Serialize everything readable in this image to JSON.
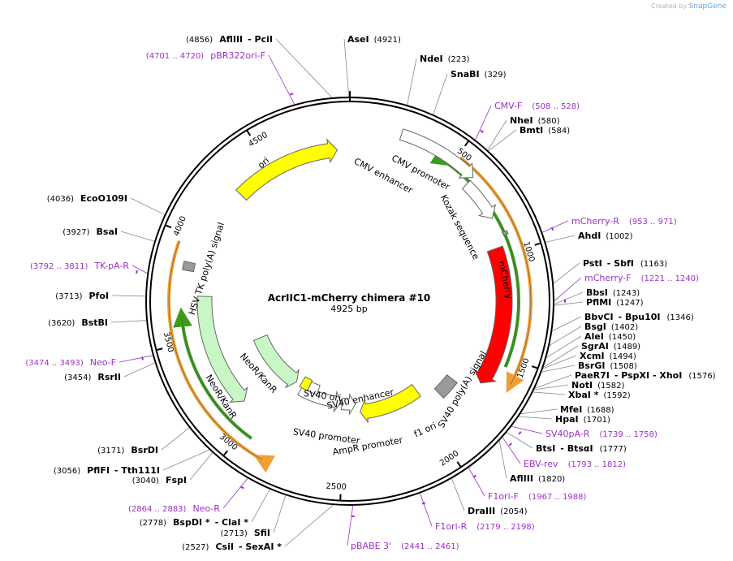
{
  "credit": {
    "prefix": "Created by",
    "brand": "SnapGene"
  },
  "plasmid": {
    "name": "AcrIIC1-mCherry chimera #10",
    "length_label": "4925 bp",
    "length": 4925
  },
  "colors": {
    "primer": "#9b30c9",
    "backbone": "#000000"
  },
  "ticks": [
    {
      "bp": 500,
      "label": "500"
    },
    {
      "bp": 1000,
      "label": "1000"
    },
    {
      "bp": 1500,
      "label": "1500"
    },
    {
      "bp": 2000,
      "label": "2000"
    },
    {
      "bp": 2500,
      "label": "2500"
    },
    {
      "bp": 3000,
      "label": "3000"
    },
    {
      "bp": 3500,
      "label": "3500"
    },
    {
      "bp": 4000,
      "label": "4000"
    },
    {
      "bp": 4500,
      "label": "4500"
    }
  ],
  "features": [
    {
      "id": "cmv-enhancer",
      "label": "CMV enhancer",
      "start": 235,
      "end": 614,
      "kind": "promoter",
      "color": "#ffffff"
    },
    {
      "id": "cmv-promoter",
      "label": "CMV promoter",
      "start": 615,
      "end": 818,
      "kind": "promoter",
      "color": "#ffffff"
    },
    {
      "id": "kozak",
      "label": "Kozak sequence",
      "start": 900,
      "end": 915,
      "kind": "misc",
      "color": "#999999"
    },
    {
      "id": "mcherry",
      "label": "mCherry",
      "start": 960,
      "end": 1670,
      "kind": "cds",
      "color": "#ff0000"
    },
    {
      "id": "sv40-polya",
      "label": "SV40 poly(A) signal",
      "start": 1740,
      "end": 1860,
      "kind": "polya",
      "color": "#999999"
    },
    {
      "id": "f1-ori",
      "label": "f1 ori",
      "start": 1960,
      "end": 2390,
      "kind": "ori",
      "color": "#ffff00"
    },
    {
      "id": "ampr-promoter",
      "label": "AmpR promoter",
      "start": 2420,
      "end": 2524,
      "kind": "promoter",
      "color": "#ffffff"
    },
    {
      "id": "sv40-promoter",
      "label": "SV40 promoter",
      "start": 2530,
      "end": 2860,
      "kind": "promoter",
      "color": "#ffffff"
    },
    {
      "id": "sv40-enhancer",
      "label": "SV40 enhancer",
      "start": 2730,
      "end": 2810,
      "kind": "misc",
      "color": "#ffffff"
    },
    {
      "id": "sv40-ori",
      "label": "SV40 ori",
      "start": 2810,
      "end": 2880,
      "kind": "ori",
      "color": "#ffff00"
    },
    {
      "id": "neor-1",
      "label": "NeoR/KanR",
      "start": 2920,
      "end": 3390,
      "kind": "cds",
      "color": "#c8f7c5"
    },
    {
      "id": "neor-2",
      "label": "NeoR/KanR",
      "start": 3100,
      "end": 3720,
      "kind": "cds",
      "color": "#c8f7c5"
    },
    {
      "id": "hsv-polya",
      "label": "HSV TK poly(A) signal",
      "start": 3840,
      "end": 3880,
      "kind": "polya",
      "color": "#999999"
    },
    {
      "id": "ori",
      "label": "ori",
      "start": 4300,
      "end": 4860,
      "kind": "ori",
      "color": "#ffff00"
    }
  ],
  "inner_arcs": [
    {
      "id": "orange-1",
      "start": 515,
      "end": 1605,
      "color": "#f0a033",
      "dir": "cw"
    },
    {
      "id": "green-1",
      "start": 460,
      "end": 1545,
      "color": "#3b9c1a",
      "dir": "ccw"
    },
    {
      "id": "orange-2",
      "start": 2860,
      "end": 3960,
      "color": "#f0a033",
      "dir": "ccw"
    },
    {
      "id": "green-2",
      "start": 2950,
      "end": 3620,
      "color": "#3b9c1a",
      "dir": "cw"
    }
  ],
  "sites": [
    {
      "name": "AseI",
      "pos": "(4921)",
      "bp": 4921,
      "side": "R"
    },
    {
      "name": "NdeI",
      "pos": "(223)",
      "bp": 223,
      "side": "R"
    },
    {
      "name": "SnaBI",
      "pos": "(329)",
      "bp": 329,
      "side": "R"
    },
    {
      "name": "NheI",
      "pos": "(580)",
      "bp": 580,
      "side": "R"
    },
    {
      "name": "BmtI",
      "pos": "(584)",
      "bp": 584,
      "side": "R"
    },
    {
      "name": "AhdI",
      "pos": "(1002)",
      "bp": 1002,
      "side": "R"
    },
    {
      "name": "PstI",
      "pos": "",
      "bp": 1163,
      "side": "R",
      "suffix": "- SbfI",
      "pos2": "(1163)"
    },
    {
      "name": "BbsI",
      "pos": "(1243)",
      "bp": 1243,
      "side": "R"
    },
    {
      "name": "PflMI",
      "pos": "(1247)",
      "bp": 1247,
      "side": "R"
    },
    {
      "name": "BbvCI",
      "pos": "",
      "bp": 1346,
      "side": "R",
      "suffix": "- Bpu10I",
      "pos2": "(1346)"
    },
    {
      "name": "BsgI",
      "pos": "(1402)",
      "bp": 1402,
      "side": "R"
    },
    {
      "name": "AleI",
      "pos": "(1450)",
      "bp": 1450,
      "side": "R"
    },
    {
      "name": "SgrAI",
      "pos": "(1489)",
      "bp": 1489,
      "side": "R"
    },
    {
      "name": "XcmI",
      "pos": "(1494)",
      "bp": 1494,
      "side": "R"
    },
    {
      "name": "BsrGI",
      "pos": "(1508)",
      "bp": 1508,
      "side": "R"
    },
    {
      "name": "PaeR7I",
      "pos": "",
      "bp": 1576,
      "side": "R",
      "suffix": "- PspXI  - XhoI",
      "pos2": "(1576)"
    },
    {
      "name": "NotI",
      "pos": "(1582)",
      "bp": 1582,
      "side": "R"
    },
    {
      "name": "XbaI *",
      "pos": "(1592)",
      "bp": 1592,
      "side": "R"
    },
    {
      "name": "MfeI",
      "pos": "(1688)",
      "bp": 1688,
      "side": "R"
    },
    {
      "name": "HpaI",
      "pos": "(1701)",
      "bp": 1701,
      "side": "R"
    },
    {
      "name": "BtsI",
      "pos": "",
      "bp": 1777,
      "side": "R",
      "suffix": "- BtsαI",
      "pos2": "(1777)"
    },
    {
      "name": "AflIII",
      "pos": "(1820)",
      "bp": 1820,
      "side": "R"
    },
    {
      "name": "DraIII",
      "pos": "(2054)",
      "bp": 2054,
      "side": "R"
    },
    {
      "name": "CsiI",
      "pos": "(2527)",
      "bp": 2527,
      "side": "L",
      "suffix": "- SexAI *"
    },
    {
      "name": "SfiI",
      "pos": "(2713)",
      "bp": 2713,
      "side": "L"
    },
    {
      "name": "BspDI *",
      "pos": "(2778)",
      "bp": 2778,
      "side": "L",
      "suffix": "- ClaI *"
    },
    {
      "name": "FspI",
      "pos": "(3040)",
      "bp": 3040,
      "side": "L"
    },
    {
      "name": "PflFI",
      "pos": "(3056)",
      "bp": 3056,
      "side": "L",
      "suffix": "- Tth111I"
    },
    {
      "name": "BsrDI",
      "pos": "(3171)",
      "bp": 3171,
      "side": "L"
    },
    {
      "name": "RsrII",
      "pos": "(3454)",
      "bp": 3454,
      "side": "L"
    },
    {
      "name": "BstBI",
      "pos": "(3620)",
      "bp": 3620,
      "side": "L"
    },
    {
      "name": "PfoI",
      "pos": "(3713)",
      "bp": 3713,
      "side": "L"
    },
    {
      "name": "BsaI",
      "pos": "(3927)",
      "bp": 3927,
      "side": "L"
    },
    {
      "name": "EcoO109I",
      "pos": "(4036)",
      "bp": 4036,
      "side": "L"
    },
    {
      "name": "AflIII",
      "pos": "(4856)",
      "bp": 4856,
      "side": "L",
      "suffix": "- PciI"
    }
  ],
  "primers": [
    {
      "name": "CMV-F",
      "pos": "(508 .. 528)",
      "bp": 518,
      "side": "R"
    },
    {
      "name": "mCherry-R",
      "pos": "(953 .. 971)",
      "bp": 962,
      "side": "R"
    },
    {
      "name": "mCherry-F",
      "pos": "(1221 .. 1240)",
      "bp": 1230,
      "side": "R"
    },
    {
      "name": "SV40pA-R",
      "pos": "(1739 .. 1758)",
      "bp": 1748,
      "side": "R"
    },
    {
      "name": "EBV-rev",
      "pos": "(1793 .. 1812)",
      "bp": 1802,
      "side": "R"
    },
    {
      "name": "F1ori-F",
      "pos": "(1967 .. 1988)",
      "bp": 1977,
      "side": "R"
    },
    {
      "name": "F1ori-R",
      "pos": "(2179 .. 2198)",
      "bp": 2188,
      "side": "R"
    },
    {
      "name": "pBABE 3'",
      "pos": "(2441 .. 2461)",
      "bp": 2451,
      "side": "R"
    },
    {
      "name": "Neo-R",
      "pos": "(2864 .. 2883)",
      "bp": 2873,
      "side": "L"
    },
    {
      "name": "Neo-F",
      "pos": "(3474 .. 3493)",
      "bp": 3483,
      "side": "L"
    },
    {
      "name": "TK-pA-R",
      "pos": "(3792 .. 3811)",
      "bp": 3801,
      "side": "L"
    },
    {
      "name": "pBR322ori-F",
      "pos": "(4701 .. 4720)",
      "bp": 4710,
      "side": "L"
    }
  ]
}
